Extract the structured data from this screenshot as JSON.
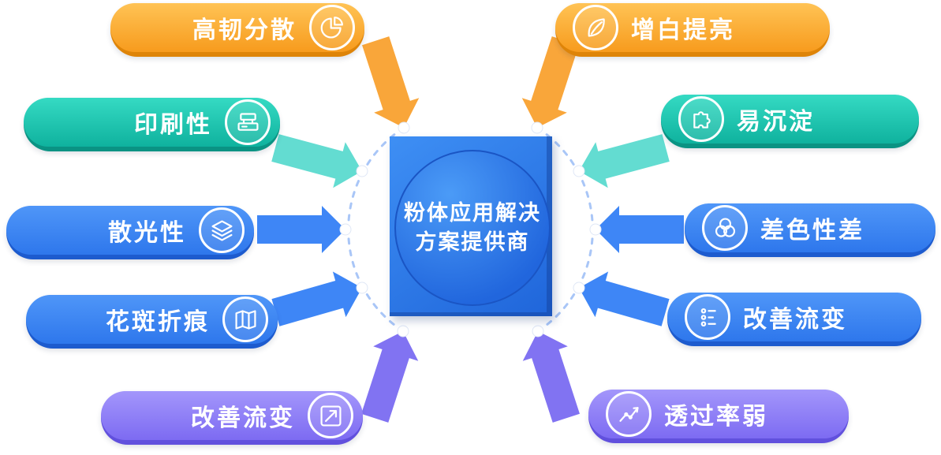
{
  "center": {
    "line1": "粉体应用解决",
    "line2": "方案提供商"
  },
  "left_items": [
    {
      "label": "高韧分散",
      "icon": "pie-chart-icon",
      "theme": "orange"
    },
    {
      "label": "印刷性",
      "icon": "printing-icon",
      "theme": "teal"
    },
    {
      "label": "散光性",
      "icon": "layers-icon",
      "theme": "blue"
    },
    {
      "label": "花斑折痕",
      "icon": "map-icon",
      "theme": "blue"
    },
    {
      "label": "改善流变",
      "icon": "trend-box-icon",
      "theme": "purple"
    }
  ],
  "right_items": [
    {
      "label": "增白提亮",
      "icon": "leaf-icon",
      "theme": "orange"
    },
    {
      "label": "易沉淀",
      "icon": "puzzle-icon",
      "theme": "teal"
    },
    {
      "label": "差色性差",
      "icon": "overlap-circles-icon",
      "theme": "blue"
    },
    {
      "label": "改善流变",
      "icon": "sliders-icon",
      "theme": "blue"
    },
    {
      "label": "透过率弱",
      "icon": "trend-line-icon",
      "theme": "purple"
    }
  ],
  "colors": {
    "orange_arrow": "#F9A63A",
    "teal_arrow": "#63DCD1",
    "blue_arrow": "#3E86F6",
    "purple_arrow": "#8173F2",
    "arc": "#A9C6F7",
    "dot": "#FFFFFF"
  }
}
